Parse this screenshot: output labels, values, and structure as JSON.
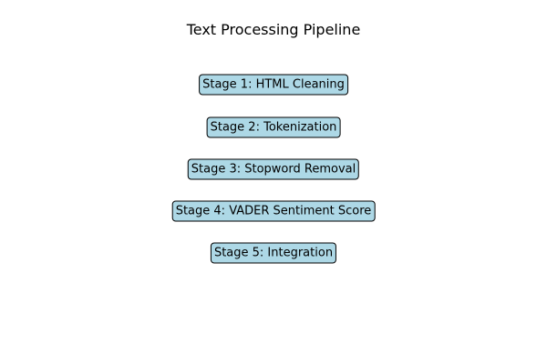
{
  "diagram": {
    "title": "Text Processing Pipeline",
    "box_fill_color": "#add8e6",
    "box_border_color": "#000000",
    "stages": [
      {
        "label": "Stage 1: HTML Cleaning"
      },
      {
        "label": "Stage 2: Tokenization"
      },
      {
        "label": "Stage 3: Stopword Removal"
      },
      {
        "label": "Stage 4: VADER Sentiment Score"
      },
      {
        "label": "Stage 5: Integration"
      }
    ]
  }
}
